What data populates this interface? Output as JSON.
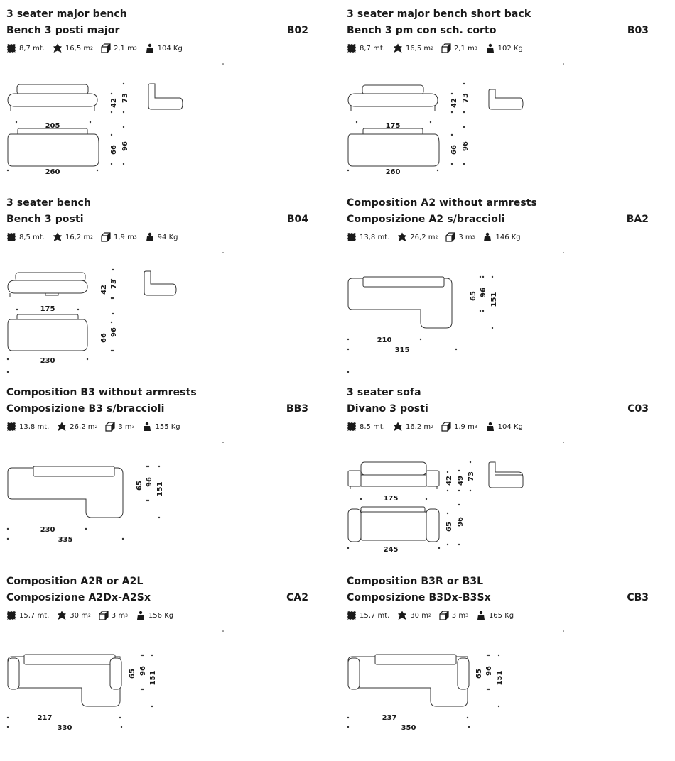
{
  "panels": [
    {
      "title_en": "3 seater major bench",
      "title_it": "Bench 3 posti major",
      "code": "B02",
      "stats": {
        "fabric": "8,7",
        "fabric_unit": "mt.",
        "leather": "16,5",
        "leather_unit": "m",
        "volume": "2,1",
        "volume_unit": "m",
        "weight": "104",
        "weight_unit": "Kg"
      },
      "dims": [
        "205",
        "42",
        "73",
        "260",
        "66",
        "96"
      ]
    },
    {
      "title_en": "3 seater major bench short back",
      "title_it": "Bench 3 pm con sch. corto",
      "code": "B03",
      "stats": {
        "fabric": "8,7",
        "fabric_unit": "mt.",
        "leather": "16,5",
        "leather_unit": "m",
        "volume": "2,1",
        "volume_unit": "m",
        "weight": "102",
        "weight_unit": "Kg"
      },
      "dims": [
        "175",
        "42",
        "73",
        "260",
        "66",
        "96"
      ]
    },
    {
      "title_en": "3 seater bench",
      "title_it": "Bench 3 posti",
      "code": "B04",
      "stats": {
        "fabric": "8,5",
        "fabric_unit": "mt.",
        "leather": "16,2",
        "leather_unit": "m",
        "volume": "1,9",
        "volume_unit": "m",
        "weight": "94",
        "weight_unit": "Kg"
      },
      "dims": [
        "175",
        "42",
        "73",
        "230",
        "66",
        "96"
      ]
    },
    {
      "title_en": "Composition A2 without armrests",
      "title_it": "Composizione A2 s/braccioli",
      "code": "BA2",
      "stats": {
        "fabric": "13,8",
        "fabric_unit": "mt.",
        "leather": "26,2",
        "leather_unit": "m",
        "volume": "3",
        "volume_unit": "m",
        "weight": "146",
        "weight_unit": "Kg"
      },
      "dims": [
        "210",
        "315",
        "65",
        "96",
        "151"
      ]
    },
    {
      "title_en": "Composition B3 without armrests",
      "title_it": "Composizione B3 s/braccioli",
      "code": "BB3",
      "stats": {
        "fabric": "13,8",
        "fabric_unit": "mt.",
        "leather": "26,2",
        "leather_unit": "m",
        "volume": "3",
        "volume_unit": "m",
        "weight": "155",
        "weight_unit": "Kg"
      },
      "dims": [
        "230",
        "335",
        "65",
        "96",
        "151"
      ]
    },
    {
      "title_en": "3 seater sofa",
      "title_it": "Divano 3 posti",
      "code": "C03",
      "stats": {
        "fabric": "8,5",
        "fabric_unit": "mt.",
        "leather": "16,2",
        "leather_unit": "m",
        "volume": "1,9",
        "volume_unit": "m",
        "weight": "104",
        "weight_unit": "Kg"
      },
      "dims": [
        "175",
        "42",
        "49",
        "73",
        "245",
        "65",
        "96"
      ]
    },
    {
      "title_en": "Composition A2R or A2L",
      "title_it": "Composizione A2Dx-A2Sx",
      "code": "CA2",
      "stats": {
        "fabric": "15,7",
        "fabric_unit": "mt.",
        "leather": "30",
        "leather_unit": "m",
        "volume": "3",
        "volume_unit": "m",
        "weight": "156",
        "weight_unit": "Kg"
      },
      "dims": [
        "217",
        "330",
        "65",
        "96",
        "151"
      ]
    },
    {
      "title_en": "Composition B3R or B3L",
      "title_it": "Composizione B3Dx-B3Sx",
      "code": "CB3",
      "stats": {
        "fabric": "15,7",
        "fabric_unit": "mt.",
        "leather": "30",
        "leather_unit": "m",
        "volume": "3",
        "volume_unit": "m",
        "weight": "165",
        "weight_unit": "Kg"
      },
      "dims": [
        "237",
        "350",
        "65",
        "96",
        "151"
      ]
    }
  ],
  "icons": {
    "fabric": "fabric-swatch-icon",
    "leather": "leather-hide-icon",
    "volume": "package-volume-icon",
    "weight": "weight-icon"
  },
  "colors": {
    "ink": "#1a1a1a",
    "line": "#333333"
  }
}
